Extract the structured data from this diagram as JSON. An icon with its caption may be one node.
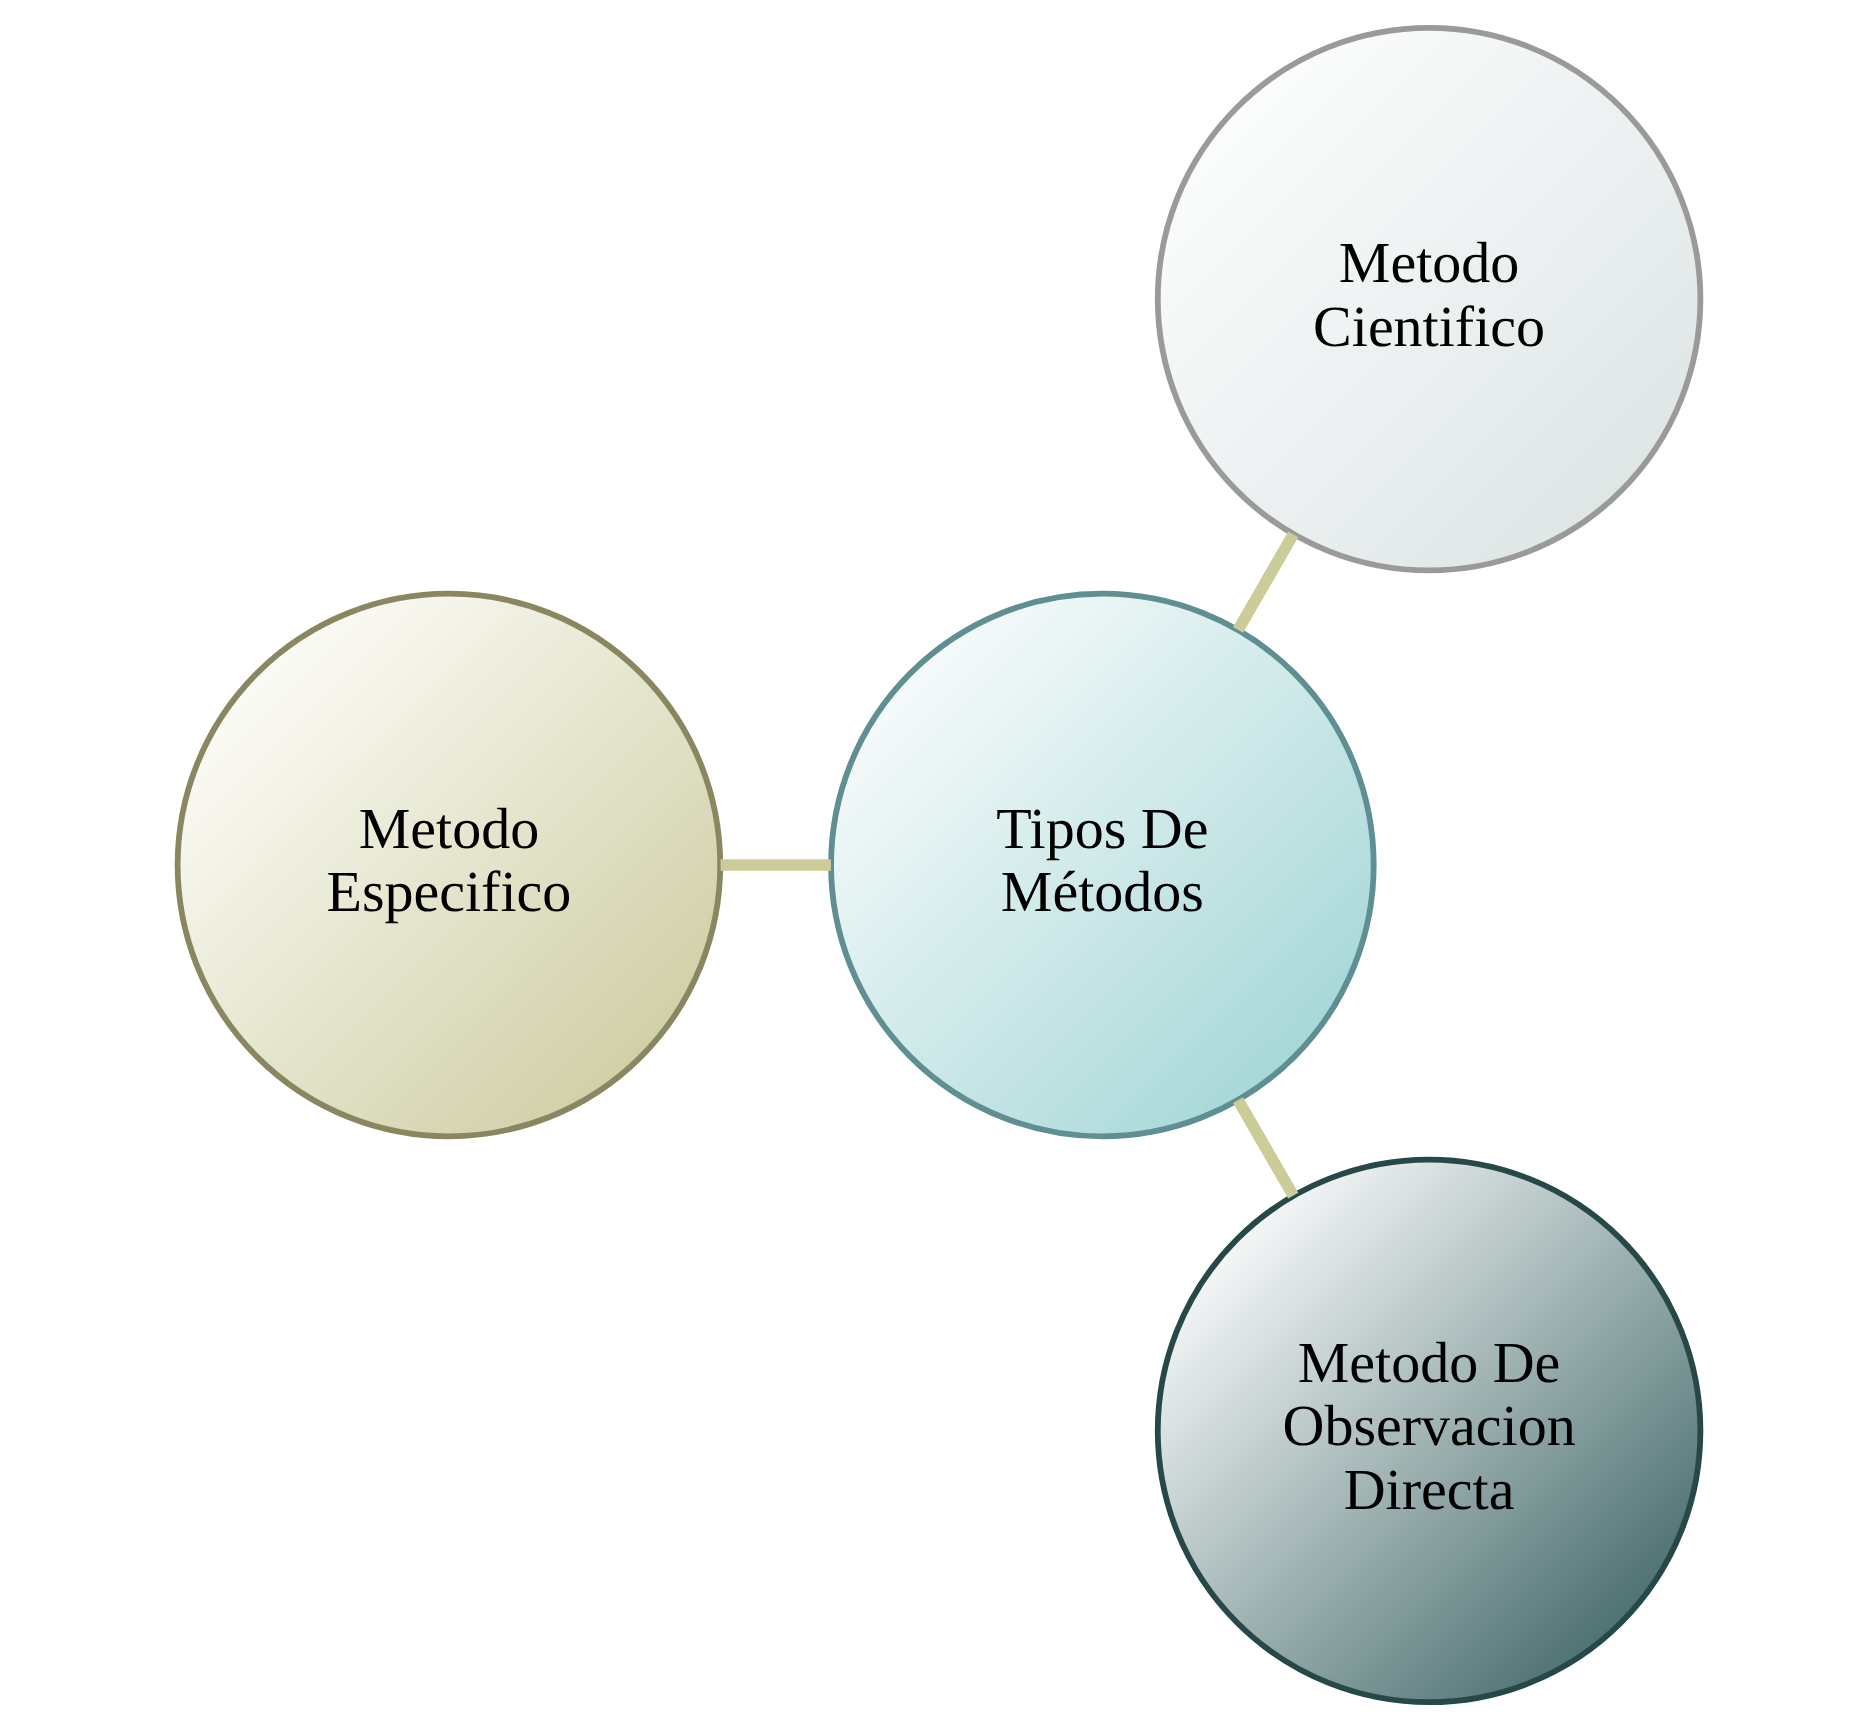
{
  "diagram": {
    "nodes": [
      {
        "text": [
          "Metodo Cientifico"
        ]
      },
      {
        "text": [
          "Tipos De Métodos"
        ]
      },
      {
        "text": [
          "Metodo Especifico"
        ]
      },
      {
        "text": [
          "Metodo De Observacion Directa"
        ]
      }
    ],
    "edges": [
      {
        "from": 1,
        "to": 0,
        "arrow": "none"
      },
      {
        "from": 1,
        "to": 2,
        "arrow": "none"
      },
      {
        "from": 1,
        "to": 3,
        "arrow": "none"
      }
    ]
  }
}
